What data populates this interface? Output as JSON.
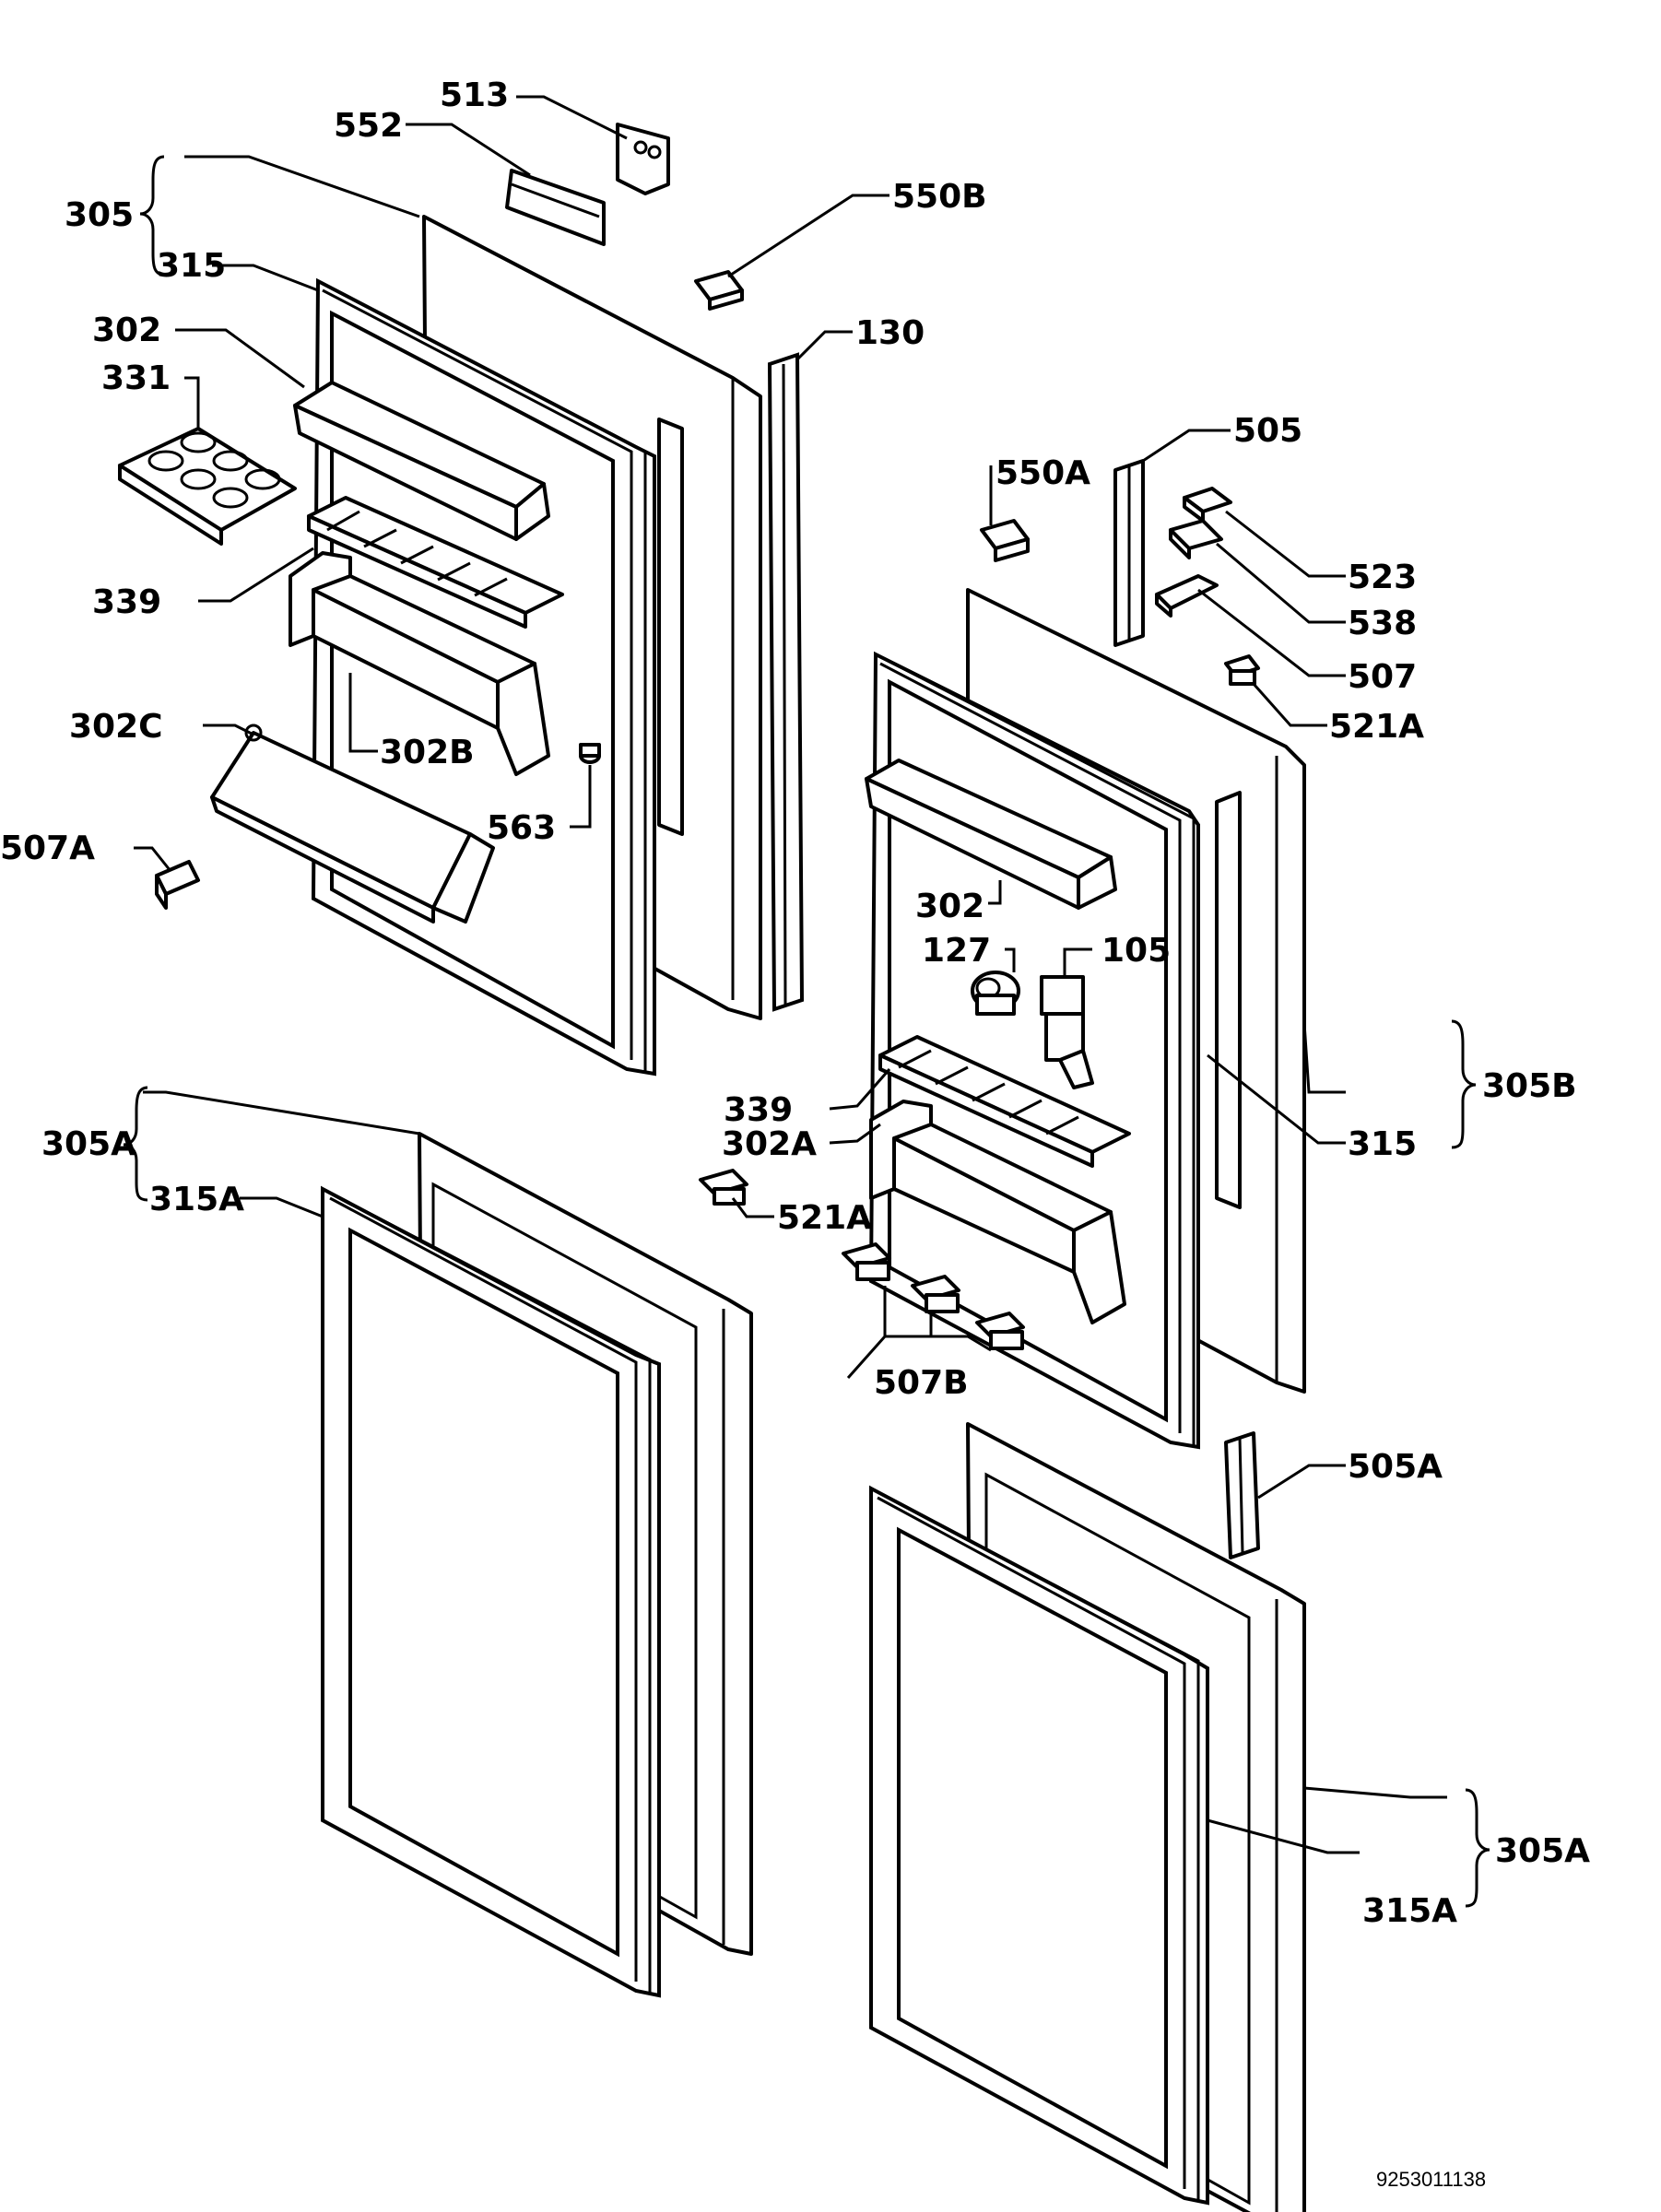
{
  "doc_number": "9253011138",
  "labels": {
    "l513": "513",
    "l552": "552",
    "l305": "305",
    "l315_top": "315",
    "l550B": "550B",
    "l302_top": "302",
    "l130": "130",
    "l331": "331",
    "l505": "505",
    "l550A": "550A",
    "l339_top": "339",
    "l523": "523",
    "l538": "538",
    "l507": "507",
    "l302C": "302C",
    "l302B": "302B",
    "l521A_top": "521A",
    "l563": "563",
    "l507A": "507A",
    "l302_right": "302",
    "l127": "127",
    "l105": "105",
    "l305B": "305B",
    "l339_right": "339",
    "l302A": "302A",
    "l315_right": "315",
    "l305A_left": "305A",
    "l315A_left": "315A",
    "l521A_mid": "521A",
    "l507B": "507B",
    "l505A": "505A",
    "l305A_right": "305A",
    "l315A_right": "315A"
  }
}
